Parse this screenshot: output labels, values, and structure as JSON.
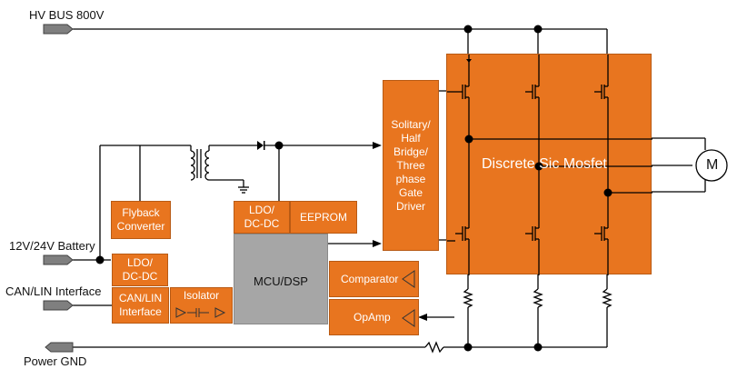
{
  "labels": {
    "hv_bus": "HV BUS 800V",
    "battery": "12V/24V Battery",
    "can_lin": "CAN/LIN Interface",
    "power_gnd": "Power GND"
  },
  "blocks": {
    "flyback": "Flyback\nConverter",
    "ldo_top": "LDO/\nDC-DC",
    "eeprom": "EEPROM",
    "mcu": "MCU/DSP",
    "ldo_left": "LDO/\nDC-DC",
    "can_lin_block": "CAN/LIN\nInterface",
    "isolator": "Isolator",
    "comparator": "Comparator",
    "opamp": "OpAmp",
    "gate_driver": "Solitary/\nHalf\nBridge/\nThree\nphase\nGate\nDriver",
    "sic": "Discrete Sic Mosfet",
    "motor": "M"
  },
  "colors": {
    "block_orange": "#e8751f",
    "block_gray": "#a6a6a6",
    "wire": "#000000"
  }
}
